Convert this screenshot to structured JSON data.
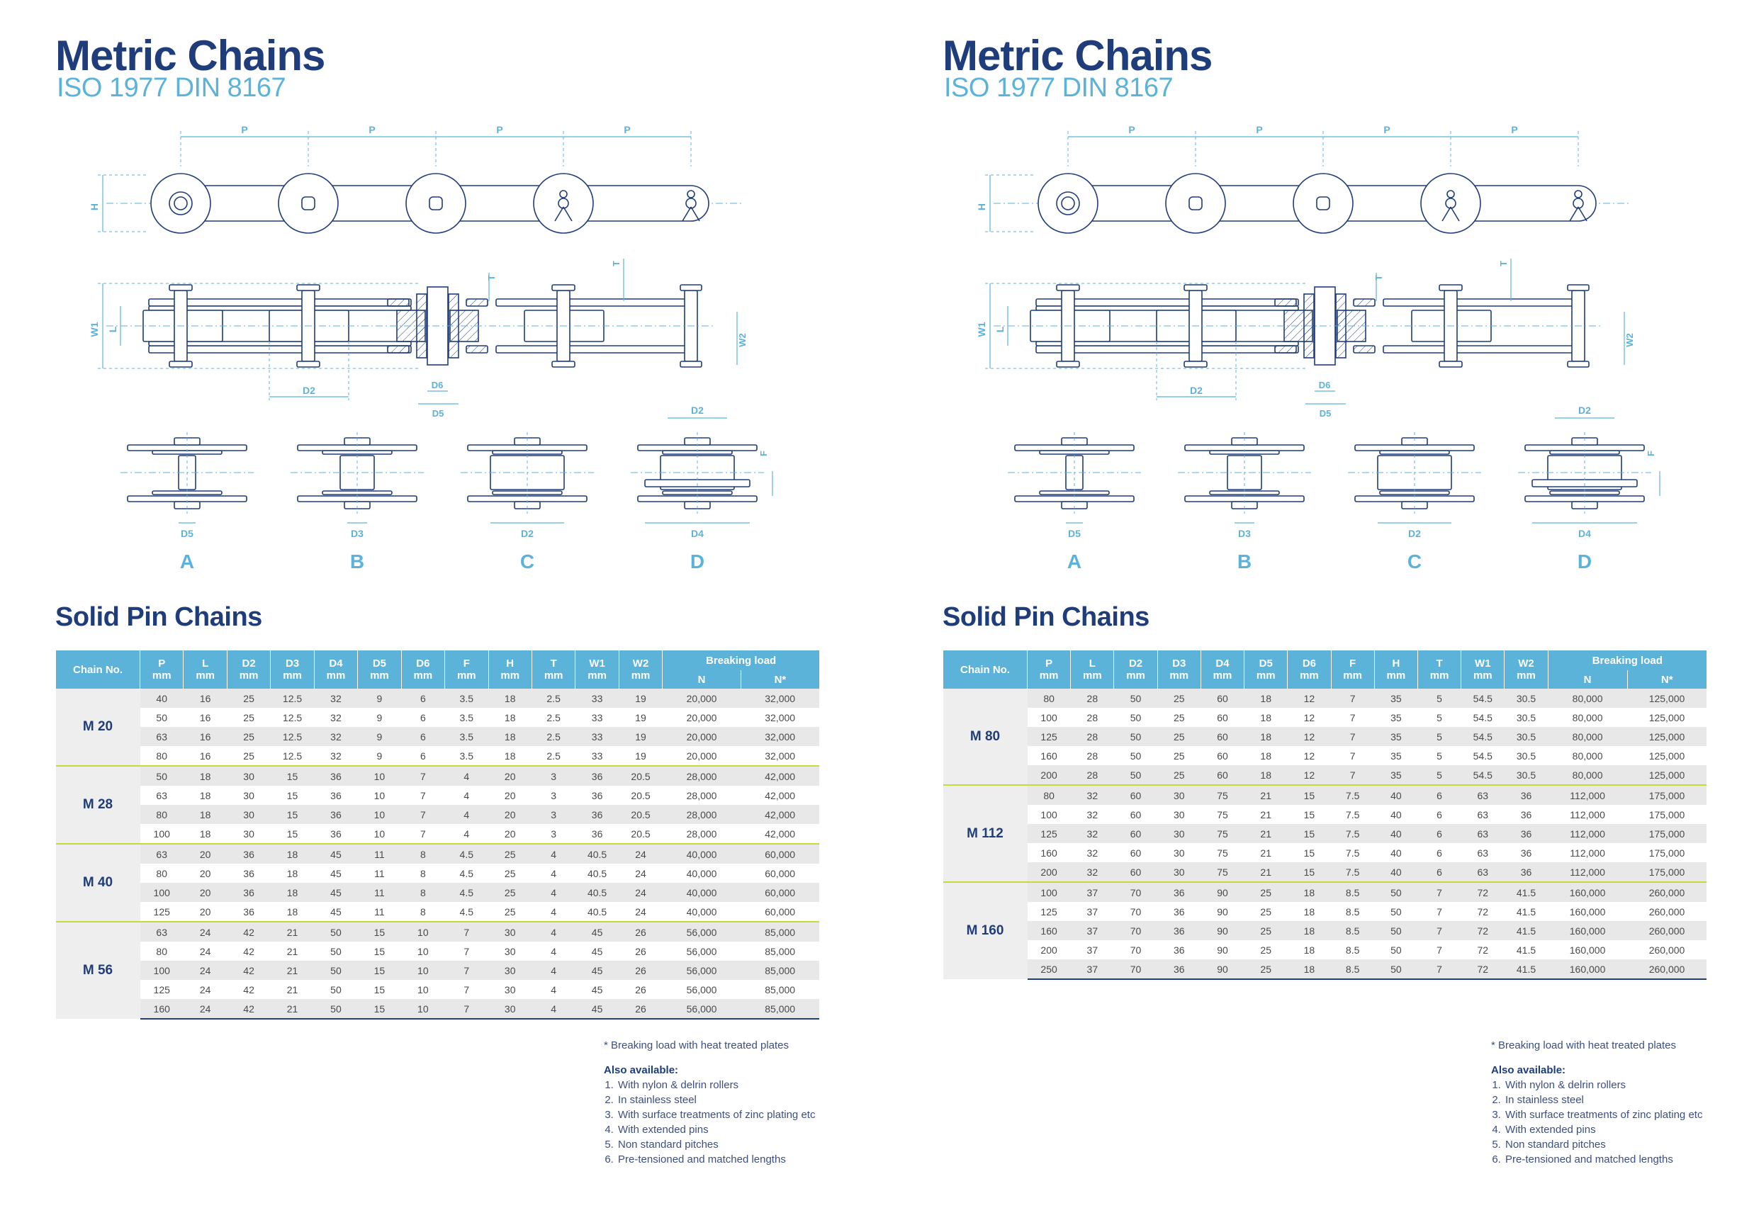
{
  "pages": [
    {
      "title": "Metric Chains",
      "subtitle": "ISO 1977   DIN 8167",
      "section": "Solid Pin Chains",
      "groups": [
        {
          "name": "M 20",
          "rows": [
            [
              "40",
              "16",
              "25",
              "12.5",
              "32",
              "9",
              "6",
              "3.5",
              "18",
              "2.5",
              "33",
              "19",
              "20,000",
              "32,000"
            ],
            [
              "50",
              "16",
              "25",
              "12.5",
              "32",
              "9",
              "6",
              "3.5",
              "18",
              "2.5",
              "33",
              "19",
              "20,000",
              "32,000"
            ],
            [
              "63",
              "16",
              "25",
              "12.5",
              "32",
              "9",
              "6",
              "3.5",
              "18",
              "2.5",
              "33",
              "19",
              "20,000",
              "32,000"
            ],
            [
              "80",
              "16",
              "25",
              "12.5",
              "32",
              "9",
              "6",
              "3.5",
              "18",
              "2.5",
              "33",
              "19",
              "20,000",
              "32,000"
            ]
          ]
        },
        {
          "name": "M 28",
          "rows": [
            [
              "50",
              "18",
              "30",
              "15",
              "36",
              "10",
              "7",
              "4",
              "20",
              "3",
              "36",
              "20.5",
              "28,000",
              "42,000"
            ],
            [
              "63",
              "18",
              "30",
              "15",
              "36",
              "10",
              "7",
              "4",
              "20",
              "3",
              "36",
              "20.5",
              "28,000",
              "42,000"
            ],
            [
              "80",
              "18",
              "30",
              "15",
              "36",
              "10",
              "7",
              "4",
              "20",
              "3",
              "36",
              "20.5",
              "28,000",
              "42,000"
            ],
            [
              "100",
              "18",
              "30",
              "15",
              "36",
              "10",
              "7",
              "4",
              "20",
              "3",
              "36",
              "20.5",
              "28,000",
              "42,000"
            ]
          ]
        },
        {
          "name": "M 40",
          "rows": [
            [
              "63",
              "20",
              "36",
              "18",
              "45",
              "11",
              "8",
              "4.5",
              "25",
              "4",
              "40.5",
              "24",
              "40,000",
              "60,000"
            ],
            [
              "80",
              "20",
              "36",
              "18",
              "45",
              "11",
              "8",
              "4.5",
              "25",
              "4",
              "40.5",
              "24",
              "40,000",
              "60,000"
            ],
            [
              "100",
              "20",
              "36",
              "18",
              "45",
              "11",
              "8",
              "4.5",
              "25",
              "4",
              "40.5",
              "24",
              "40,000",
              "60,000"
            ],
            [
              "125",
              "20",
              "36",
              "18",
              "45",
              "11",
              "8",
              "4.5",
              "25",
              "4",
              "40.5",
              "24",
              "40,000",
              "60,000"
            ]
          ]
        },
        {
          "name": "M 56",
          "rows": [
            [
              "63",
              "24",
              "42",
              "21",
              "50",
              "15",
              "10",
              "7",
              "30",
              "4",
              "45",
              "26",
              "56,000",
              "85,000"
            ],
            [
              "80",
              "24",
              "42",
              "21",
              "50",
              "15",
              "10",
              "7",
              "30",
              "4",
              "45",
              "26",
              "56,000",
              "85,000"
            ],
            [
              "100",
              "24",
              "42",
              "21",
              "50",
              "15",
              "10",
              "7",
              "30",
              "4",
              "45",
              "26",
              "56,000",
              "85,000"
            ],
            [
              "125",
              "24",
              "42",
              "21",
              "50",
              "15",
              "10",
              "7",
              "30",
              "4",
              "45",
              "26",
              "56,000",
              "85,000"
            ],
            [
              "160",
              "24",
              "42",
              "21",
              "50",
              "15",
              "10",
              "7",
              "30",
              "4",
              "45",
              "26",
              "56,000",
              "85,000"
            ]
          ]
        }
      ]
    },
    {
      "title": "Metric Chains",
      "subtitle": "ISO 1977   DIN 8167",
      "section": "Solid Pin Chains",
      "groups": [
        {
          "name": "M 80",
          "rows": [
            [
              "80",
              "28",
              "50",
              "25",
              "60",
              "18",
              "12",
              "7",
              "35",
              "5",
              "54.5",
              "30.5",
              "80,000",
              "125,000"
            ],
            [
              "100",
              "28",
              "50",
              "25",
              "60",
              "18",
              "12",
              "7",
              "35",
              "5",
              "54.5",
              "30.5",
              "80,000",
              "125,000"
            ],
            [
              "125",
              "28",
              "50",
              "25",
              "60",
              "18",
              "12",
              "7",
              "35",
              "5",
              "54.5",
              "30.5",
              "80,000",
              "125,000"
            ],
            [
              "160",
              "28",
              "50",
              "25",
              "60",
              "18",
              "12",
              "7",
              "35",
              "5",
              "54.5",
              "30.5",
              "80,000",
              "125,000"
            ],
            [
              "200",
              "28",
              "50",
              "25",
              "60",
              "18",
              "12",
              "7",
              "35",
              "5",
              "54.5",
              "30.5",
              "80,000",
              "125,000"
            ]
          ]
        },
        {
          "name": "M 112",
          "rows": [
            [
              "80",
              "32",
              "60",
              "30",
              "75",
              "21",
              "15",
              "7.5",
              "40",
              "6",
              "63",
              "36",
              "112,000",
              "175,000"
            ],
            [
              "100",
              "32",
              "60",
              "30",
              "75",
              "21",
              "15",
              "7.5",
              "40",
              "6",
              "63",
              "36",
              "112,000",
              "175,000"
            ],
            [
              "125",
              "32",
              "60",
              "30",
              "75",
              "21",
              "15",
              "7.5",
              "40",
              "6",
              "63",
              "36",
              "112,000",
              "175,000"
            ],
            [
              "160",
              "32",
              "60",
              "30",
              "75",
              "21",
              "15",
              "7.5",
              "40",
              "6",
              "63",
              "36",
              "112,000",
              "175,000"
            ],
            [
              "200",
              "32",
              "60",
              "30",
              "75",
              "21",
              "15",
              "7.5",
              "40",
              "6",
              "63",
              "36",
              "112,000",
              "175,000"
            ]
          ]
        },
        {
          "name": "M 160",
          "rows": [
            [
              "100",
              "37",
              "70",
              "36",
              "90",
              "25",
              "18",
              "8.5",
              "50",
              "7",
              "72",
              "41.5",
              "160,000",
              "260,000"
            ],
            [
              "125",
              "37",
              "70",
              "36",
              "90",
              "25",
              "18",
              "8.5",
              "50",
              "7",
              "72",
              "41.5",
              "160,000",
              "260,000"
            ],
            [
              "160",
              "37",
              "70",
              "36",
              "90",
              "25",
              "18",
              "8.5",
              "50",
              "7",
              "72",
              "41.5",
              "160,000",
              "260,000"
            ],
            [
              "200",
              "37",
              "70",
              "36",
              "90",
              "25",
              "18",
              "8.5",
              "50",
              "7",
              "72",
              "41.5",
              "160,000",
              "260,000"
            ],
            [
              "250",
              "37",
              "70",
              "36",
              "90",
              "25",
              "18",
              "8.5",
              "50",
              "7",
              "72",
              "41.5",
              "160,000",
              "260,000"
            ]
          ]
        }
      ]
    }
  ],
  "table_header": {
    "chain_no": "Chain No.",
    "columns": [
      {
        "name": "P",
        "unit": "mm"
      },
      {
        "name": "L",
        "unit": "mm"
      },
      {
        "name": "D2",
        "unit": "mm"
      },
      {
        "name": "D3",
        "unit": "mm"
      },
      {
        "name": "D4",
        "unit": "mm"
      },
      {
        "name": "D5",
        "unit": "mm"
      },
      {
        "name": "D6",
        "unit": "mm"
      },
      {
        "name": "F",
        "unit": "mm"
      },
      {
        "name": "H",
        "unit": "mm"
      },
      {
        "name": "T",
        "unit": "mm"
      },
      {
        "name": "W1",
        "unit": "mm"
      },
      {
        "name": "W2",
        "unit": "mm"
      }
    ],
    "breaking_load": "Breaking load",
    "breaking_sub": [
      "N",
      "N*"
    ]
  },
  "notes": {
    "footnote": "* Breaking load with heat treated plates",
    "also_title": "Also available:",
    "items": [
      "With nylon & delrin rollers",
      "In stainless steel",
      "With surface treatments of zinc plating etc",
      "With extended pins",
      "Non standard pitches",
      "Pre-tensioned and matched lengths"
    ]
  },
  "drawing_labels": {
    "pitch": "P",
    "height": "H",
    "thickness": "T",
    "w1": "W1",
    "l": "L",
    "w2": "W2",
    "d2": "D2",
    "d3": "D3",
    "d4": "D4",
    "d5": "D5",
    "d6": "D6",
    "f": "F",
    "types": [
      "A",
      "B",
      "C",
      "D"
    ]
  },
  "colors": {
    "navy": "#1f3d7a",
    "accent": "#5bb3d9",
    "divider": "#c7d93d",
    "stripe": "#e8e8e8"
  }
}
